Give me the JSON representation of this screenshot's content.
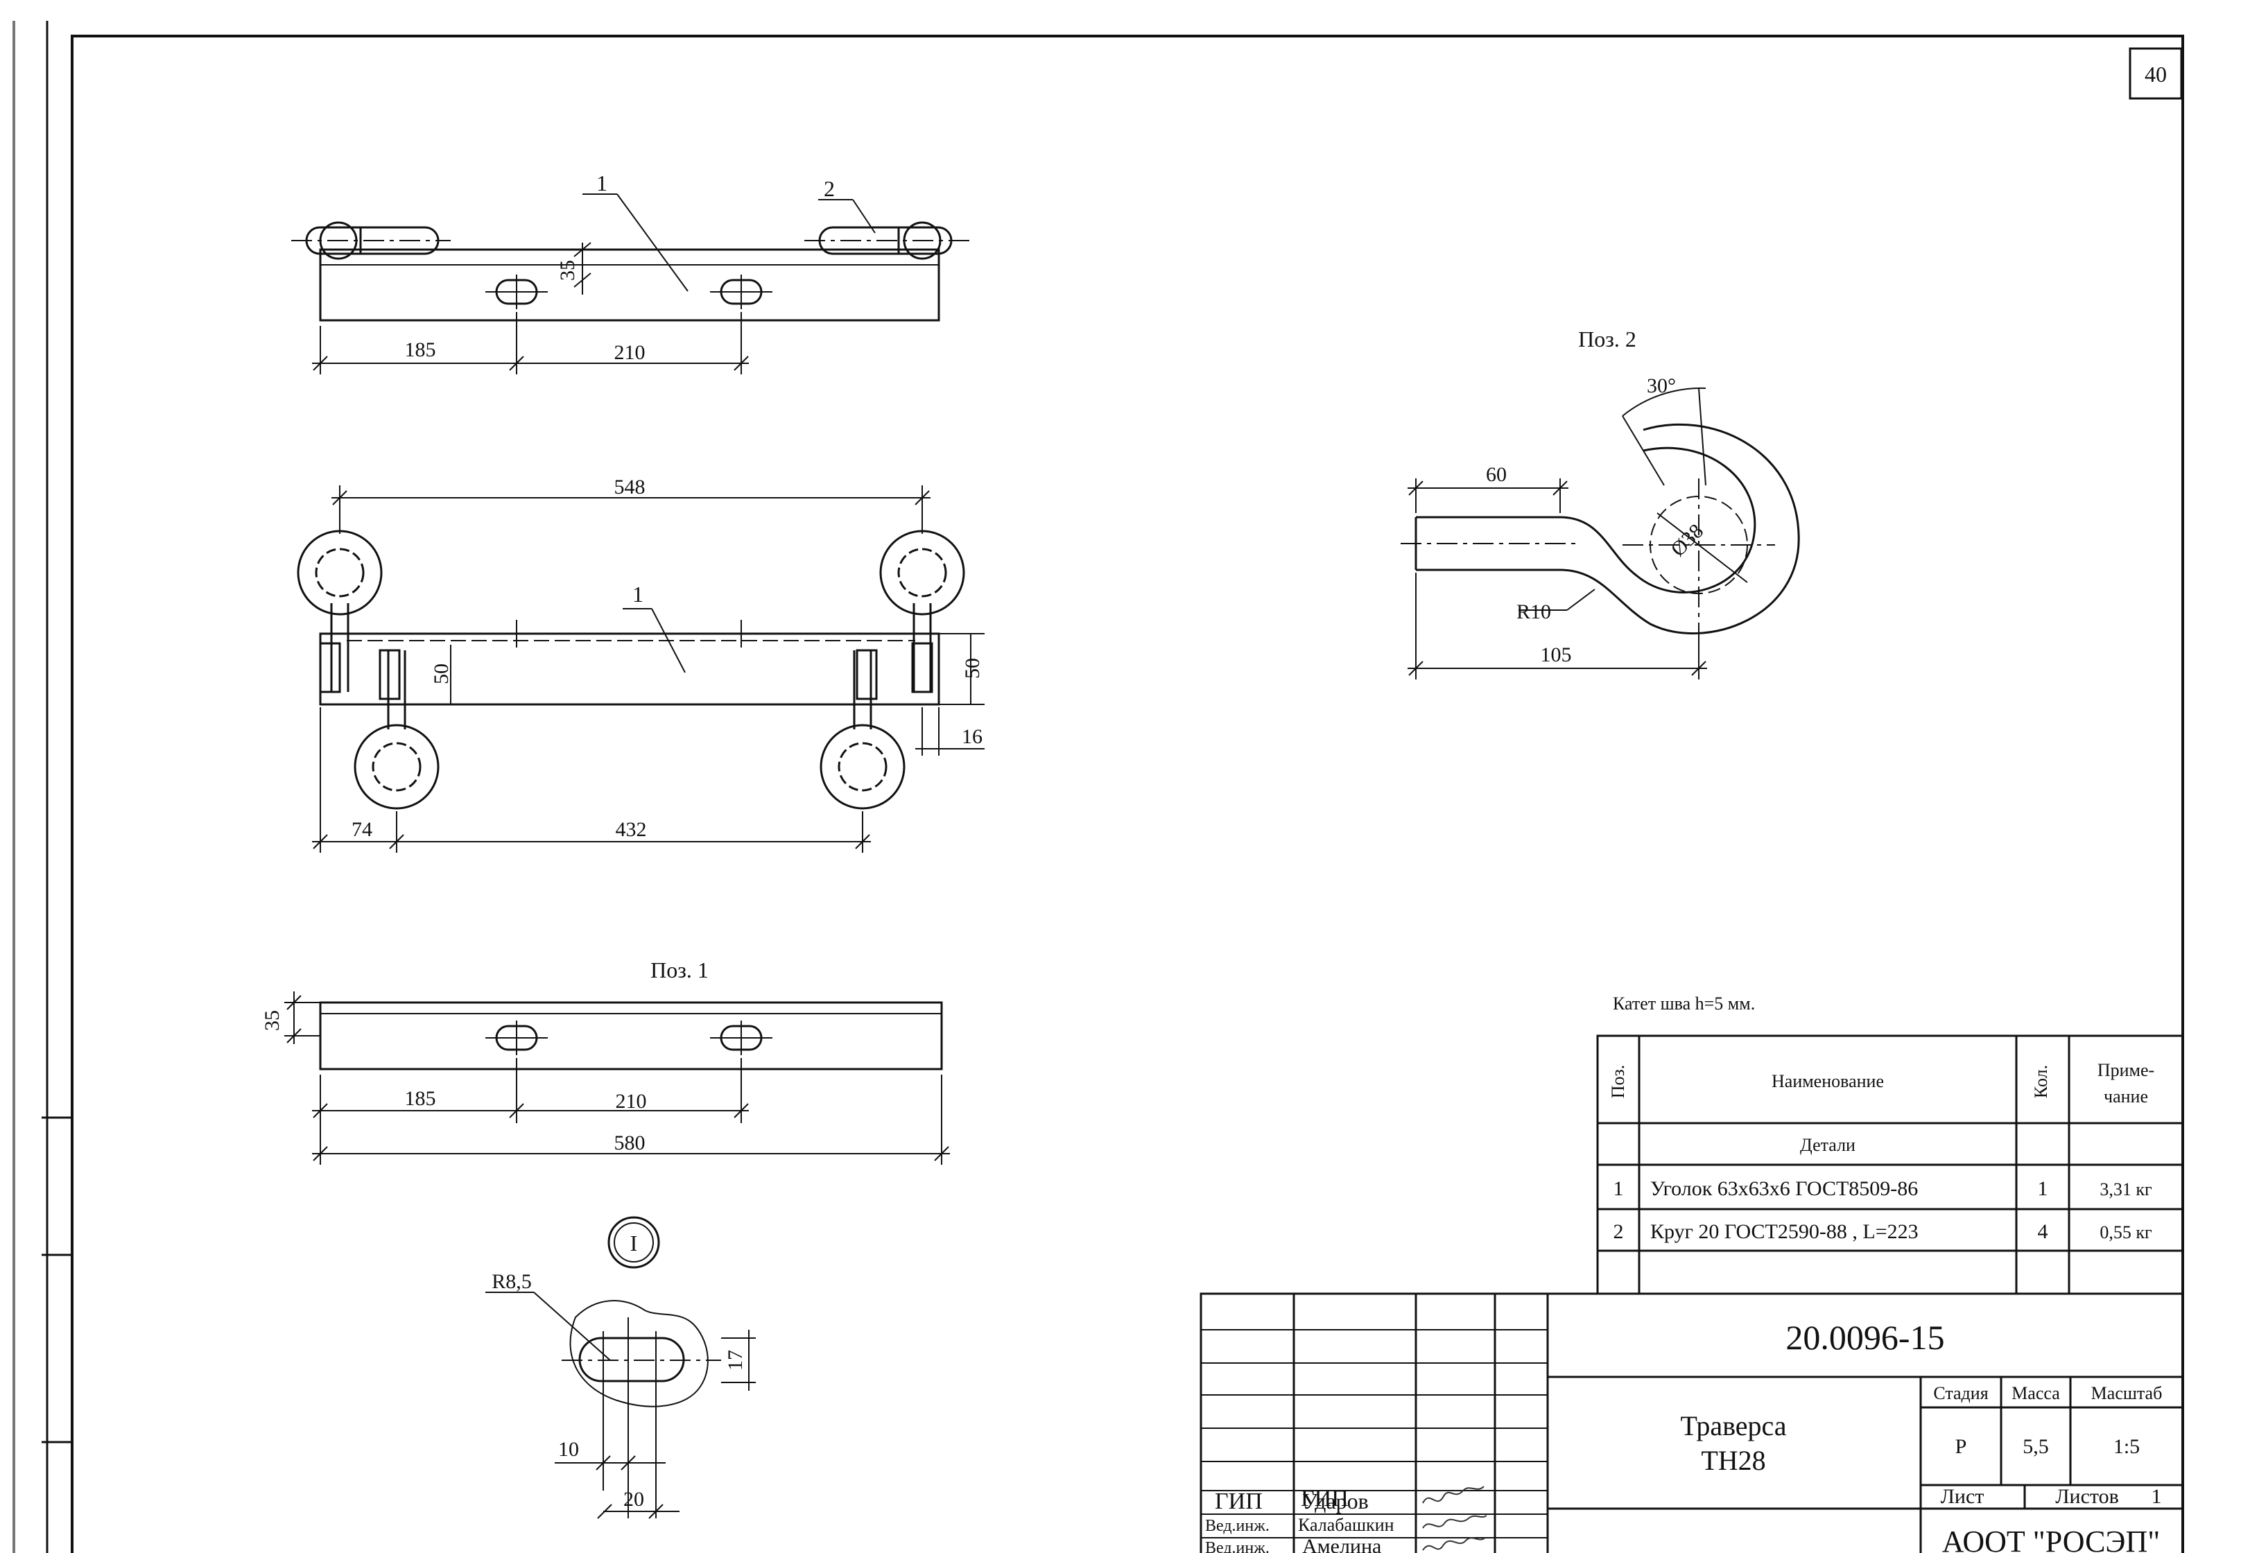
{
  "sheet": {
    "page_number": "40",
    "weld_note": "Катет шва h=5 мм."
  },
  "views": {
    "top": {
      "callout1": "1",
      "callout2": "2",
      "dim_35": "35",
      "dim_185": "185",
      "dim_210": "210"
    },
    "front": {
      "dim_548": "548",
      "callout1": "1",
      "dim_50_left": "50",
      "dim_50_right": "50",
      "dim_16": "16",
      "dim_74": "74",
      "dim_432": "432"
    },
    "pos1": {
      "title": "Поз. 1",
      "dim_35": "35",
      "dim_185": "185",
      "dim_210": "210",
      "dim_580": "580"
    },
    "pos2": {
      "title": "Поз. 2",
      "angle": "30°",
      "dim_60": "60",
      "dim_d38": "Ø38",
      "radius": "R10",
      "dim_105": "105"
    },
    "detail": {
      "marker": "I",
      "radius": "R8,5",
      "dim_17": "17",
      "dim_10": "10",
      "dim_20": "20"
    }
  },
  "spec_table": {
    "headers": {
      "pos": "Поз.",
      "name": "Наименование",
      "qty": "Кол.",
      "note_line1": "Приме-",
      "note_line2": "чание"
    },
    "section": "Детали",
    "rows": [
      {
        "pos": "1",
        "name": "Уголок 63x63x6 ГОСТ8509-86",
        "qty": "1",
        "note": "3,31 кг"
      },
      {
        "pos": "2",
        "name": "Круг 20 ГОСТ2590-88 , L=223",
        "qty": "4",
        "note": "0,55 кг"
      }
    ]
  },
  "title_block": {
    "doc_number": "20.0096-15",
    "name_line1": "Траверса",
    "name_line2": "ТН28",
    "stage_label": "Стадия",
    "mass_label": "Масса",
    "scale_label": "Масштаб",
    "stage": "Р",
    "mass": "5,5",
    "scale": "1:5",
    "sheet_label": "Лист",
    "sheets_label": "Листов",
    "sheets": "1",
    "company": "АООТ \"РОСЭП\"",
    "people": [
      {
        "role": "ГИП",
        "name": "Ударов"
      },
      {
        "role": "Вед.инж.",
        "name": "Калабашкин"
      },
      {
        "role": "Вед.инж.",
        "name": "Амелина"
      }
    ]
  }
}
